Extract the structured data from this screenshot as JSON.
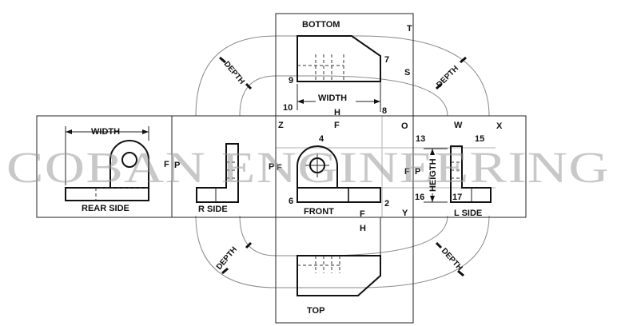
{
  "watermark": "COBAN ENGINEERING",
  "views": {
    "bottom": "BOTTOM",
    "top": "TOP",
    "front": "FRONT",
    "rear_side": "REAR SIDE",
    "r_side": "R SIDE",
    "l_side": "L SIDE"
  },
  "dimensions": {
    "width_top": "WIDTH",
    "width_rear": "WIDTH",
    "height": "HEIGTH",
    "depth": "DEPTH"
  },
  "markers": {
    "T": "T",
    "S": "S",
    "W": "W",
    "X": "X",
    "Z": "Z",
    "O": "O",
    "Y": "Y",
    "n4": "4",
    "n6": "6",
    "n2": "2",
    "n7": "7",
    "n8": "8",
    "n9": "9",
    "n10": "10",
    "n13": "13",
    "n15": "15",
    "n16": "16",
    "n17": "17",
    "H_center": "H",
    "F_center": "F",
    "F_lower": "F",
    "H_lower": "H",
    "F_rear": "F",
    "P_rear": "P",
    "P_front": "P",
    "F_front": "F",
    "F_right": "F",
    "P_right": "P"
  }
}
